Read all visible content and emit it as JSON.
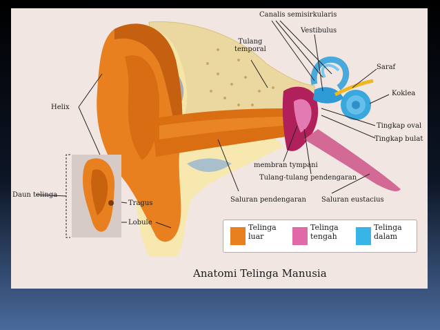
{
  "labels": {
    "canalis": "Canalis semisirkularis",
    "vestibulus": "Vestibulus",
    "tulang_temporal": "Tulang\ntemporal",
    "saraf": "Saraf",
    "koklea": "Koklea",
    "helix": "Helix",
    "tingkap_oval": "Tingkap oval",
    "tingkap_bulat": "Tingkap bulat",
    "membran_tympani": "membran tympani",
    "tulang_pendengaran": "Tulang-tulang pendengaran",
    "daun_telinga": "Daun telinga",
    "tragus": "Tragus",
    "lobule": "Lobule",
    "saluran_pendengaran": "Saluran pendengaran",
    "saluran_eustacius": "Saluran eustacius"
  },
  "legend": [
    {
      "label": "Telinga\nluar",
      "color": "#e8801f"
    },
    {
      "label": "Telinga\ntengah",
      "color": "#e06aa8"
    },
    {
      "label": "Telinga\ndalam",
      "color": "#39b4e6"
    }
  ],
  "caption": "Anatomi Telinga Manusia"
}
